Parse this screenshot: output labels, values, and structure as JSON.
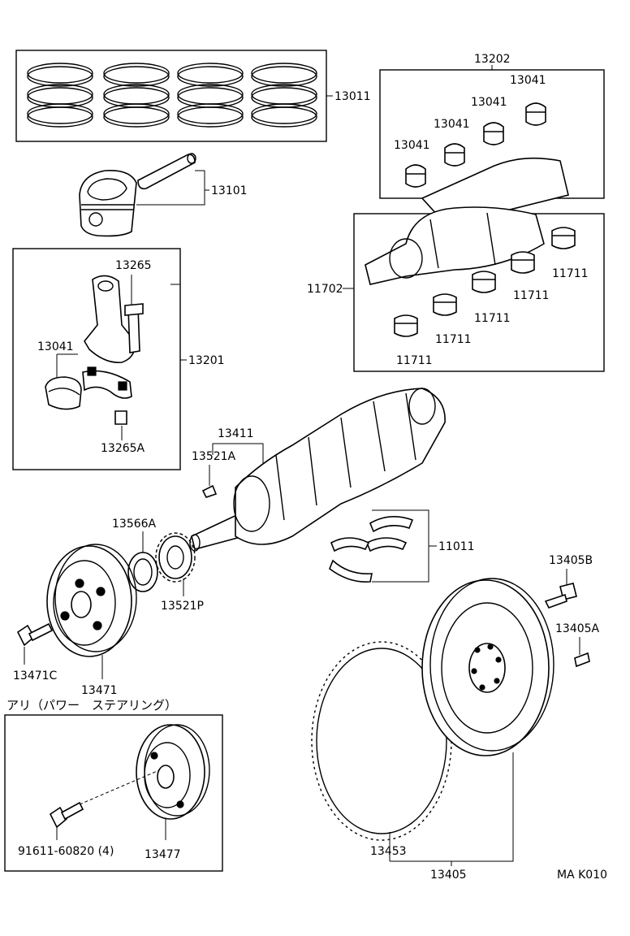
{
  "labels": {
    "piston_ring_set": "13011",
    "piston_pin_set": "13101",
    "conn_rod_bolt": "13265",
    "conn_rod_bearing": "13041",
    "conn_rod_assy": "13201",
    "conn_rod_nut": "13265A",
    "crankshaft_bearing_set": "13202",
    "main_bearing_label_1": "13041",
    "main_bearing_label_2": "13041",
    "main_bearing_label_3": "13041",
    "main_bearing_label_4": "13041",
    "crankshaft_kit": "11702",
    "lower_bearing_1": "11711",
    "lower_bearing_2": "11711",
    "lower_bearing_3": "11711",
    "lower_bearing_4": "11711",
    "lower_bearing_5": "11711",
    "crankshaft": "13411",
    "crank_key": "13521A",
    "thrust_washer_set": "11011",
    "timing_pulley_plate": "13566A",
    "crank_timing_gear": "13521P",
    "pulley_bolt": "13471C",
    "crank_pulley": "13471",
    "flywheel_bolt": "13405B",
    "flywheel_pin": "13405A",
    "ring_gear": "13453",
    "flywheel": "13405",
    "ps_pulley_bolt": "91611-60820 (4)",
    "ps_pulley": "13477"
  },
  "note_power_steering": "アリ（パワー　ステアリング）",
  "figure_code": "MA K010"
}
